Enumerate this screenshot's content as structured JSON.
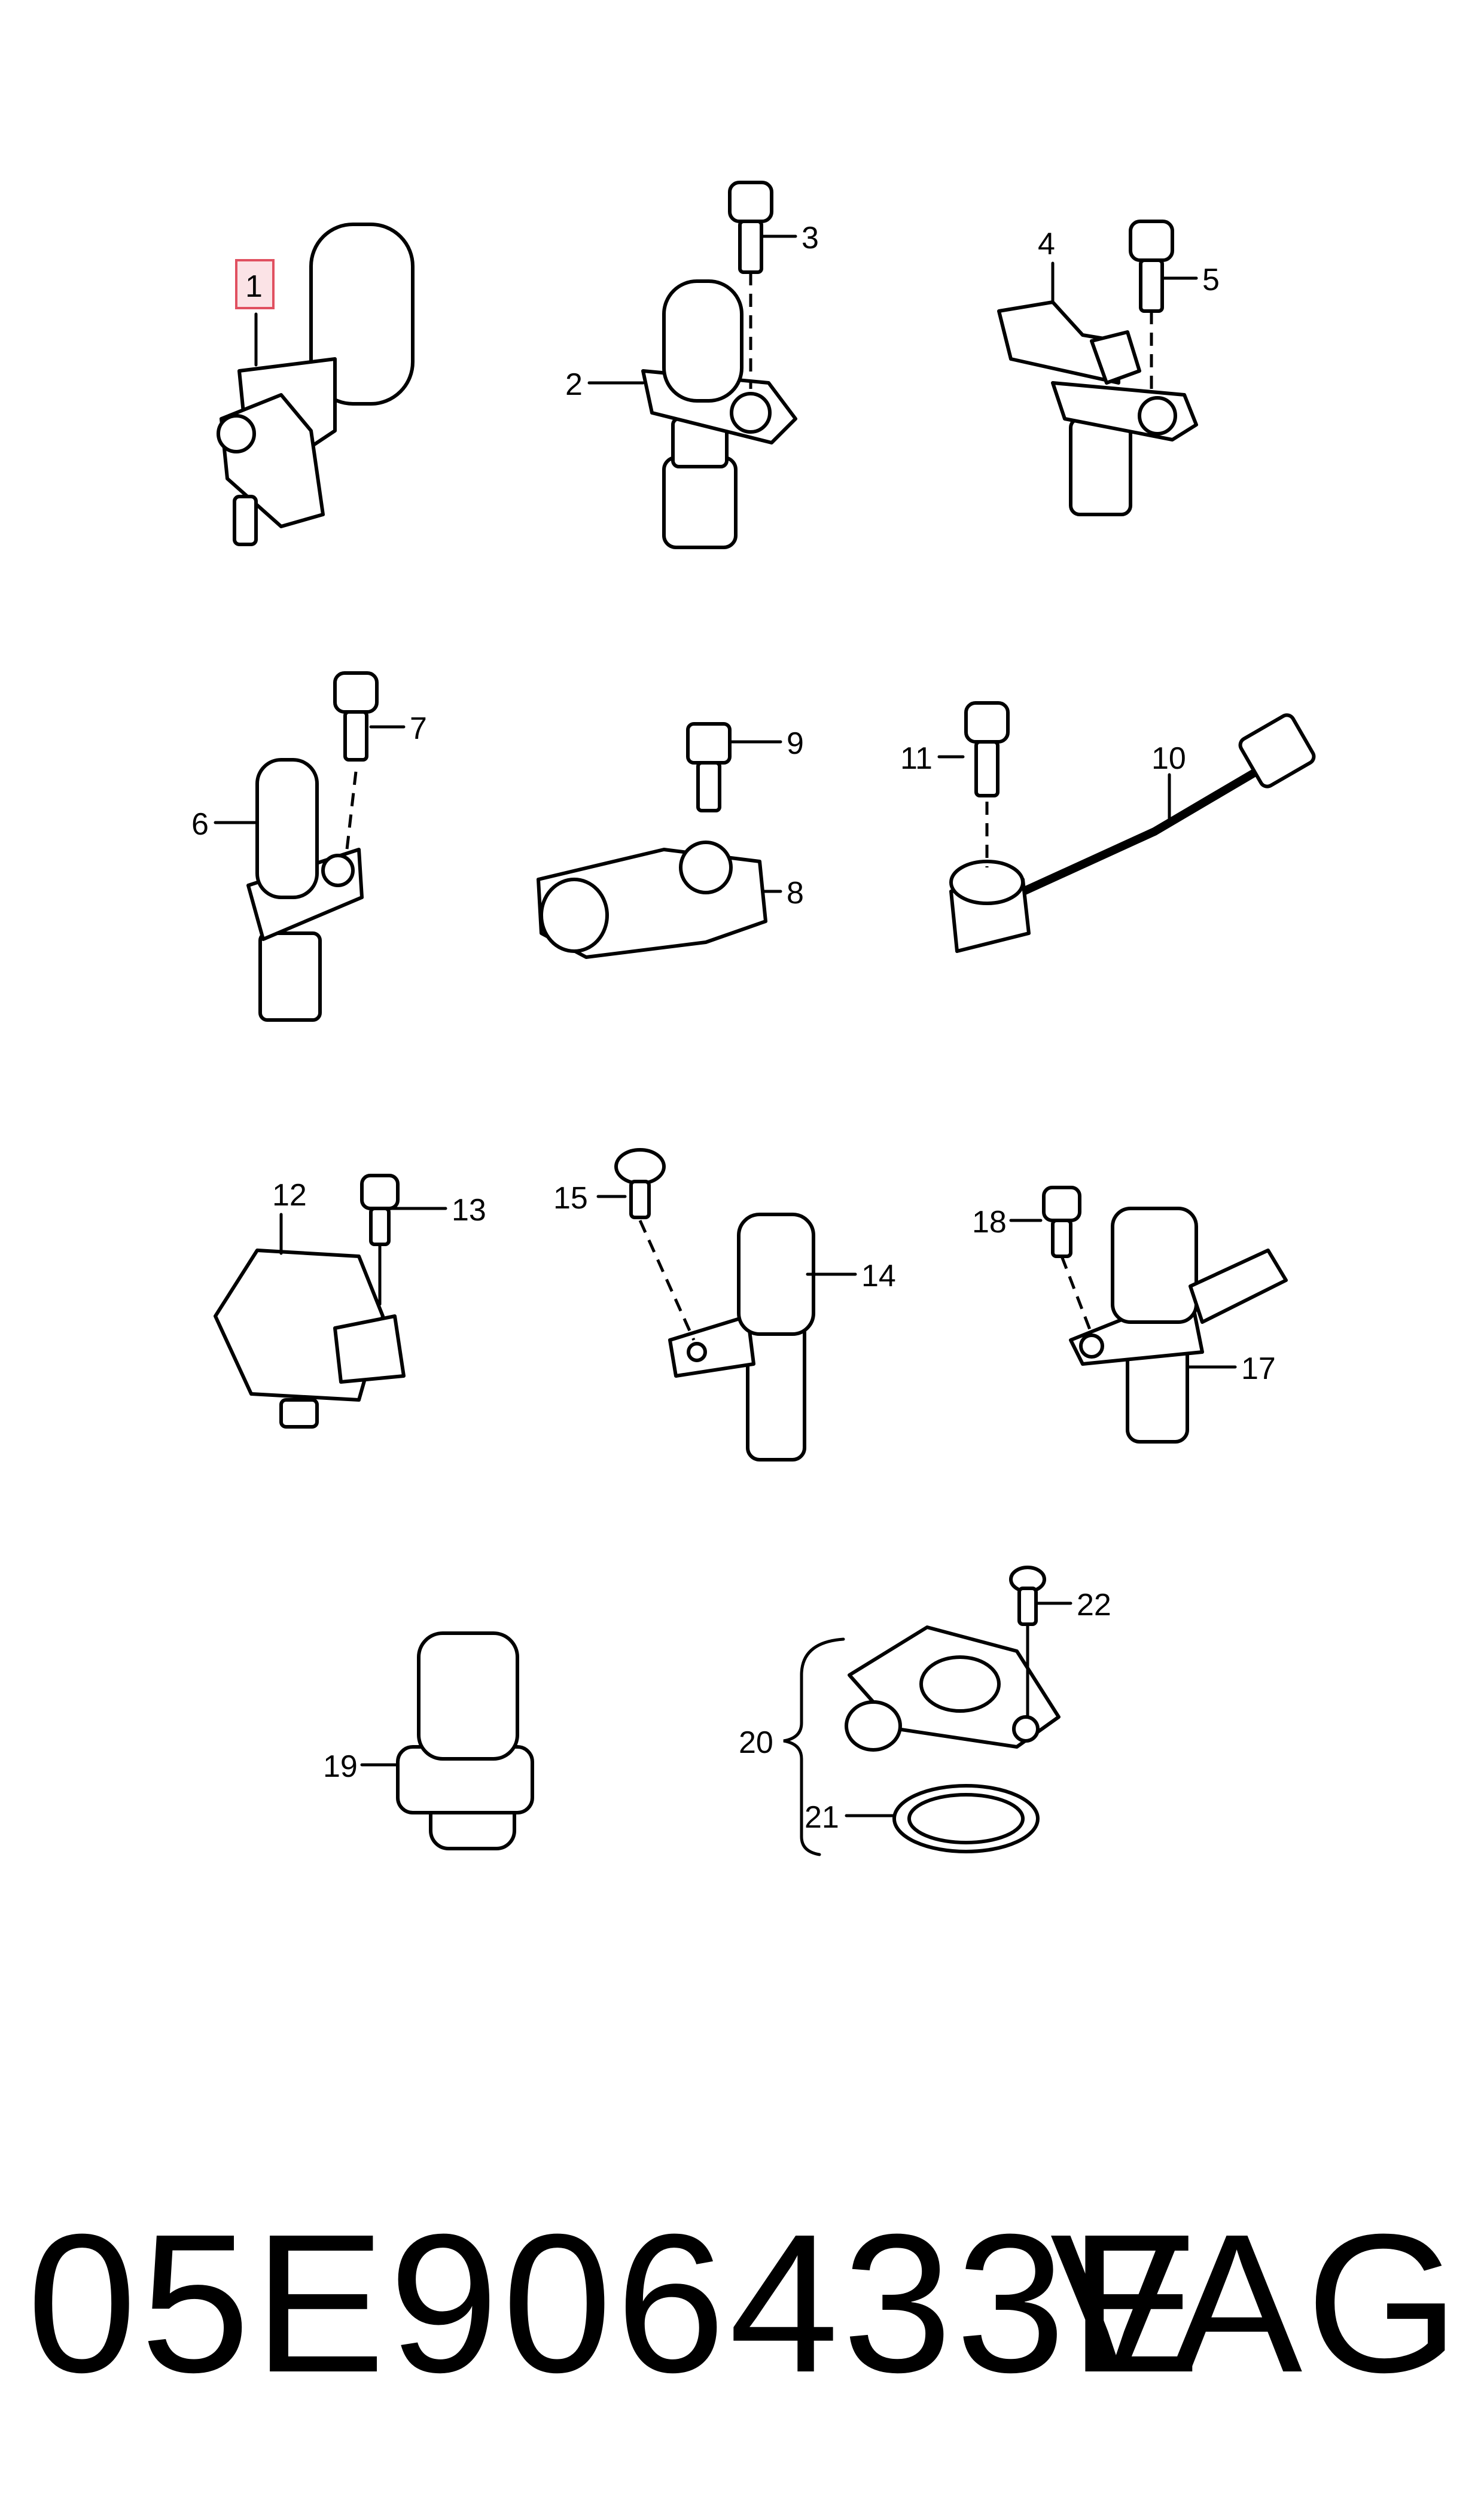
{
  "diagram": {
    "callouts": [
      "1",
      "2",
      "3",
      "4",
      "5",
      "6",
      "7",
      "8",
      "9",
      "10",
      "11",
      "12",
      "13",
      "14",
      "15",
      "17",
      "18",
      "19",
      "20",
      "21",
      "22"
    ],
    "highlighted_callout": "1",
    "highlight_color": "#e05060"
  },
  "footer": {
    "part_number": "05E906433E",
    "brand": "VAG"
  }
}
